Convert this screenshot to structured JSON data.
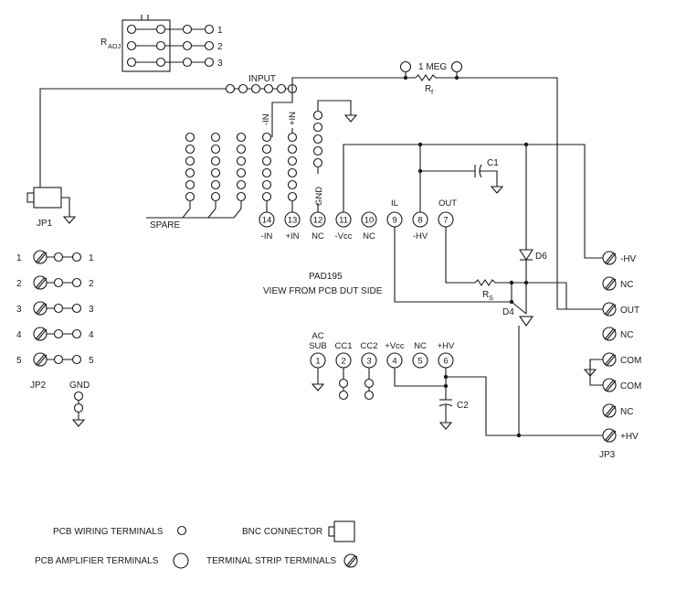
{
  "radj": {
    "label": "R",
    "sub": "ADJ",
    "taps": [
      "1",
      "2",
      "3"
    ]
  },
  "input_label": "INPUT",
  "rf": {
    "value": "1 MEG",
    "label": "R",
    "sub": "f"
  },
  "rs": {
    "label": "R",
    "sub": "S"
  },
  "jp1_label": "JP1",
  "spare_label": "SPARE",
  "column_labels": {
    "minus_in": "-IN",
    "plus_in": "+IN",
    "gnd": "GND"
  },
  "dut_pins": [
    {
      "num": "14",
      "label": "-IN"
    },
    {
      "num": "13",
      "label": "+IN"
    },
    {
      "num": "12",
      "label": "NC"
    },
    {
      "num": "11",
      "label": "-Vcc"
    },
    {
      "num": "10",
      "label": "NC"
    },
    {
      "num": "9",
      "label": "IL"
    },
    {
      "num": "8",
      "label": "-HV"
    },
    {
      "num": "7",
      "label": "OUT"
    },
    {
      "num": "1",
      "label1": "AC",
      "label2": "SUB"
    },
    {
      "num": "2",
      "label": "CC1"
    },
    {
      "num": "3",
      "label": "CC2"
    },
    {
      "num": "4",
      "label": "+Vcc"
    },
    {
      "num": "5",
      "label": "NC"
    },
    {
      "num": "6",
      "label": "+HV"
    }
  ],
  "c1_label": "C1",
  "c2_label": "C2",
  "d6_label": "D6",
  "d4_label": "D4",
  "part_title": "PAD195",
  "part_subtitle": "VIEW FROM PCB DUT SIDE",
  "jp2": {
    "label": "JP2",
    "rows": [
      [
        "1",
        "1"
      ],
      [
        "2",
        "2"
      ],
      [
        "3",
        "3"
      ],
      [
        "4",
        "4"
      ],
      [
        "5",
        "5"
      ]
    ]
  },
  "gnd_label": "GND",
  "jp3": {
    "label": "JP3",
    "rows": [
      "-HV",
      "NC",
      "OUT",
      "NC",
      "COM",
      "COM",
      "NC",
      "+HV"
    ]
  },
  "legend": {
    "wiring": "PCB WIRING TERMINALS",
    "amplifier": "PCB AMPLIFIER TERMINALS",
    "bnc": "BNC CONNECTOR",
    "strip": "TERMINAL STRIP TERMINALS"
  }
}
